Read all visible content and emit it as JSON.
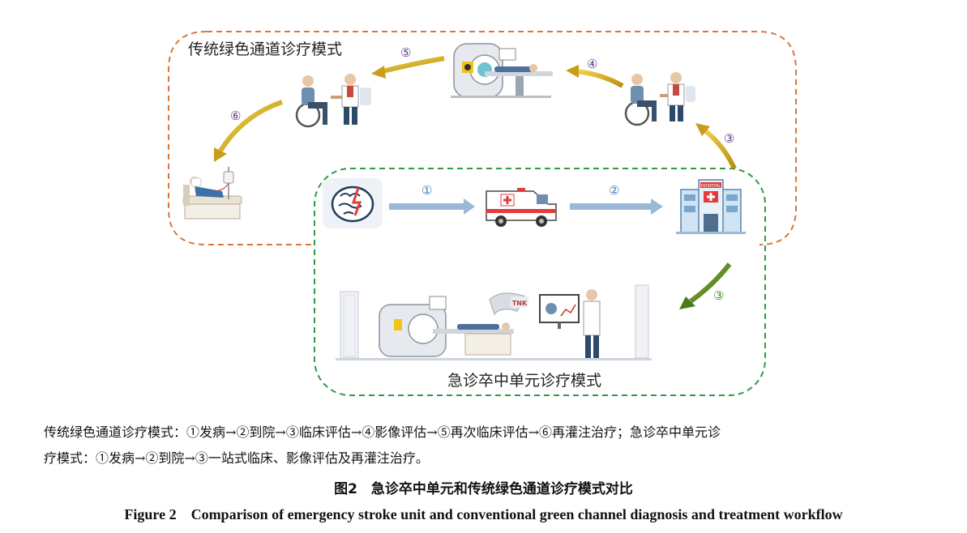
{
  "regions": {
    "conventional_title": "传统绿色通道诊疗模式",
    "stroke_unit_title": "急诊卒中单元诊疗模式"
  },
  "steps": {
    "s1_unit": "①",
    "s2_unit": "②",
    "s3_unit": "③",
    "s3_conv": "③",
    "s4_conv": "④",
    "s5_conv": "⑤",
    "s6_conv": "⑥"
  },
  "icons": [
    "brain-lightning-icon",
    "ambulance-icon",
    "hospital-icon",
    "doctor-patient-wheelchair-icon",
    "ct-scanner-icon",
    "infusion-bed-icon",
    "stroke-unit-room-icon"
  ],
  "labels": {
    "tnk": "TNK",
    "hospital_sign": "HOSPITAL"
  },
  "colors": {
    "conventional_border": "#d9773a",
    "stroke_unit_border": "#2e9a4a",
    "gold_arrow": "#d8b21c",
    "green_arrow": "#5b8a1e",
    "blue_arrow": "#9ab8d8",
    "step_purple": "#5b3d8a",
    "step_blue": "#3a78c0",
    "step_green": "#4a8a2a"
  },
  "caption": {
    "line1": "传统绿色通道诊疗模式：①发病→②到院→③临床评估→④影像评估→⑤再次临床评估→⑥再灌注治疗；急诊卒中单元诊",
    "line2": "疗模式：①发病→②到院→③一站式临床、影像评估及再灌注治疗。",
    "figure_zh": "图2　急诊卒中单元和传统绿色通道诊疗模式对比",
    "figure_en": "Figure 2　Comparison of emergency stroke unit and conventional green channel diagnosis and treatment workflow"
  }
}
